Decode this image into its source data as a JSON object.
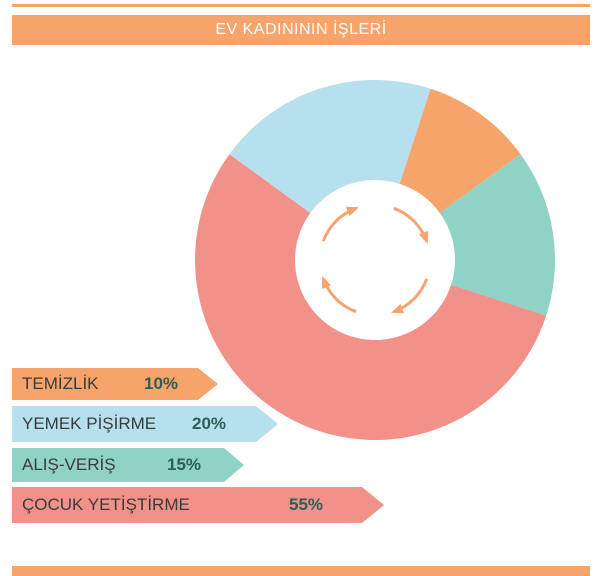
{
  "chart_data": {
    "type": "pie",
    "title": "EV KADINININ İŞLERİ",
    "categories": [
      "TEMİZLİK",
      "YEMEK PİŞİRME",
      "ALIŞ-VERİŞ",
      "ÇOCUK YETİŞTİRME"
    ],
    "values": [
      10,
      20,
      15,
      55
    ],
    "value_labels": [
      "10%",
      "20%",
      "15%",
      "55%"
    ],
    "colors": [
      "#f7a46a",
      "#b7e0ef",
      "#8fd3c7",
      "#f29189"
    ],
    "legend_position": "bottom-left"
  }
}
